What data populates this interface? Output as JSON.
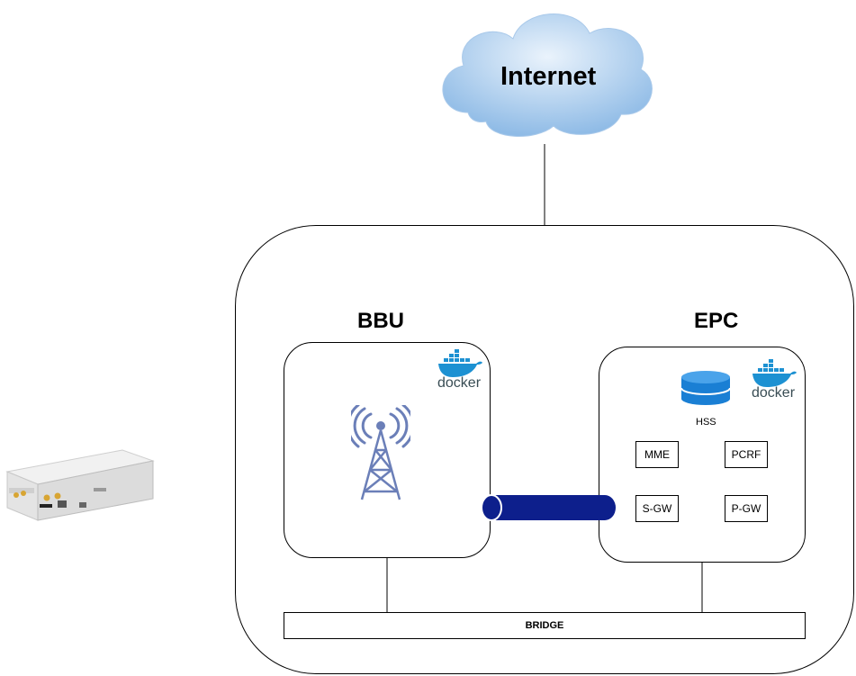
{
  "internet": {
    "label": "Internet"
  },
  "bbu": {
    "title": "BBU"
  },
  "epc": {
    "title": "EPC",
    "hss_label": "HSS",
    "components": {
      "mme": "MME",
      "pcrf": "PCRF",
      "sgw": "S-GW",
      "pgw": "P-GW"
    }
  },
  "bridge": {
    "label": "BRIDGE"
  },
  "docker": {
    "logo_text": "docker"
  },
  "colors": {
    "cloud_light": "#dbeaf9",
    "cloud_dark": "#8fbbe6",
    "tower": "#6b7fb8",
    "link_pipe": "#0d1f8c",
    "docker_blue": "#1d91d2",
    "db_blue": "#1a7fd4"
  },
  "icons": [
    "cloud-icon",
    "radio-tower-icon",
    "docker-icon",
    "database-icon",
    "sdr-device-icon",
    "pipe-link-icon"
  ]
}
